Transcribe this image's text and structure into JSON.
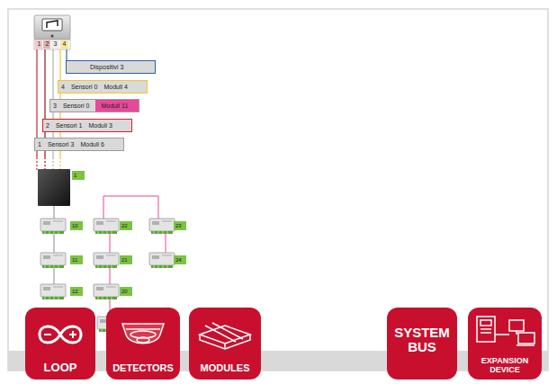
{
  "diagram": {
    "nodes": [
      {
        "text": [
          "Dispositivi 3"
        ]
      },
      {
        "text": [
          "4",
          "Sensori 0",
          "Moduli 4"
        ]
      },
      {
        "text": [
          "3",
          "Sensori 0",
          "Moduli 11"
        ]
      },
      {
        "text": [
          "2",
          "Sensori 1",
          "Moduli 3"
        ]
      },
      {
        "text": [
          "1",
          "Sensori 3",
          "Moduli 6"
        ]
      },
      {
        "text": [
          "1"
        ]
      },
      {
        "text": [
          "10"
        ]
      },
      {
        "text": [
          "22"
        ]
      },
      {
        "text": [
          "23"
        ]
      },
      {
        "text": [
          "11"
        ]
      },
      {
        "text": [
          "21"
        ]
      },
      {
        "text": [
          "24"
        ]
      },
      {
        "text": [
          "12"
        ]
      },
      {
        "text": [
          "20"
        ]
      },
      {
        "text": [
          "LOOP"
        ]
      },
      {
        "text": [
          "DETECTORS"
        ]
      },
      {
        "text": [
          "MODULES"
        ]
      },
      {
        "text": [
          "SYSTEM BUS"
        ]
      },
      {
        "text": [
          "EXPANSION DEVICE"
        ]
      }
    ],
    "labels": [
      "1",
      "2",
      "3",
      "4"
    ]
  }
}
